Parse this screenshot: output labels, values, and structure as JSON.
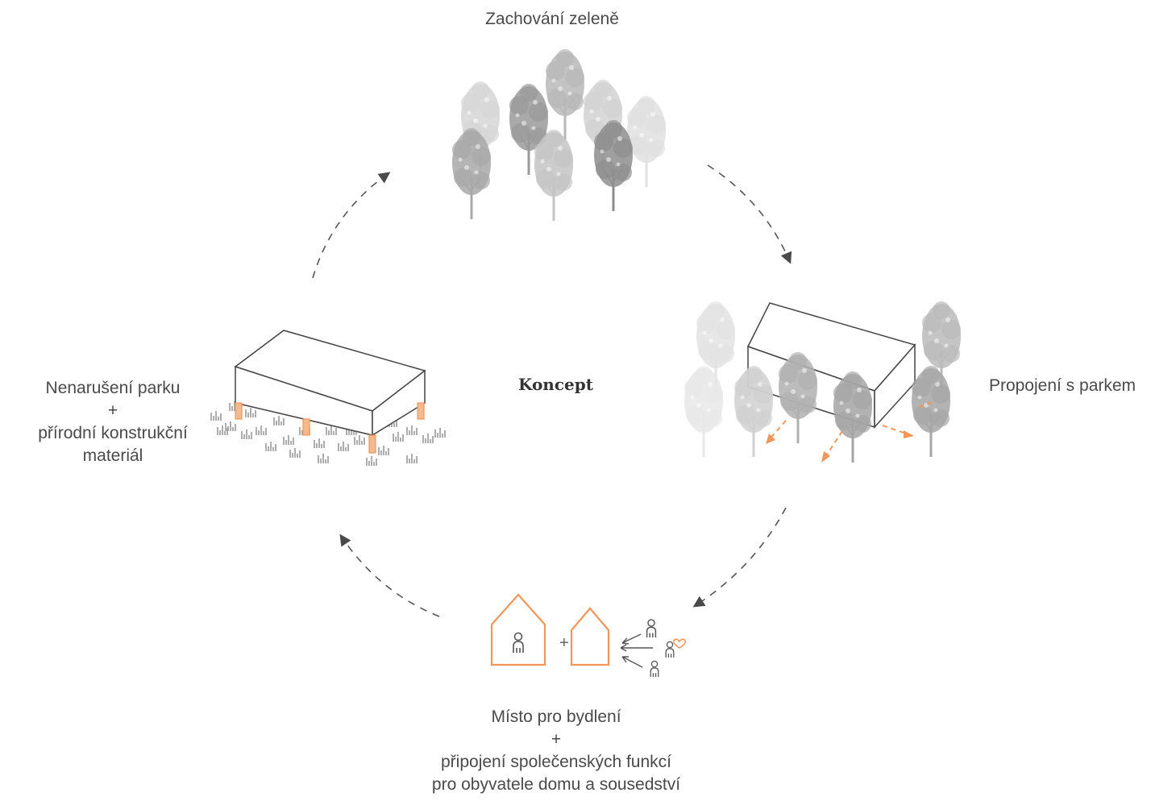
{
  "concept": {
    "center_label": "Koncept"
  },
  "steps": {
    "greenery": {
      "title": "Zachování zeleně"
    },
    "park_connection": {
      "title": "Propojení s parkem"
    },
    "housing": {
      "line1": "Místo pro bydlení",
      "plus": "+",
      "line2": "připojení společenských funkcí",
      "line3": "pro obyvatele domu a sousedství"
    },
    "park_preservation": {
      "line1": "Nenarušení parku",
      "plus": "+",
      "line2": "přírodní konstrukční",
      "line3": "materiál"
    }
  },
  "colors": {
    "accent_orange": "#f0965a",
    "outline": "#444444",
    "arrow": "#555555",
    "tree_light": "#d8d8d8",
    "tree_mid": "#b5b5b5",
    "tree_dark": "#8f8f8f"
  },
  "icons": {
    "arrows": "dashed-cycle-arrow-icon",
    "trees": "tree-icon",
    "building": "building-block-icon",
    "house": "house-outline-icon",
    "person": "person-icon",
    "heart": "heart-icon"
  }
}
